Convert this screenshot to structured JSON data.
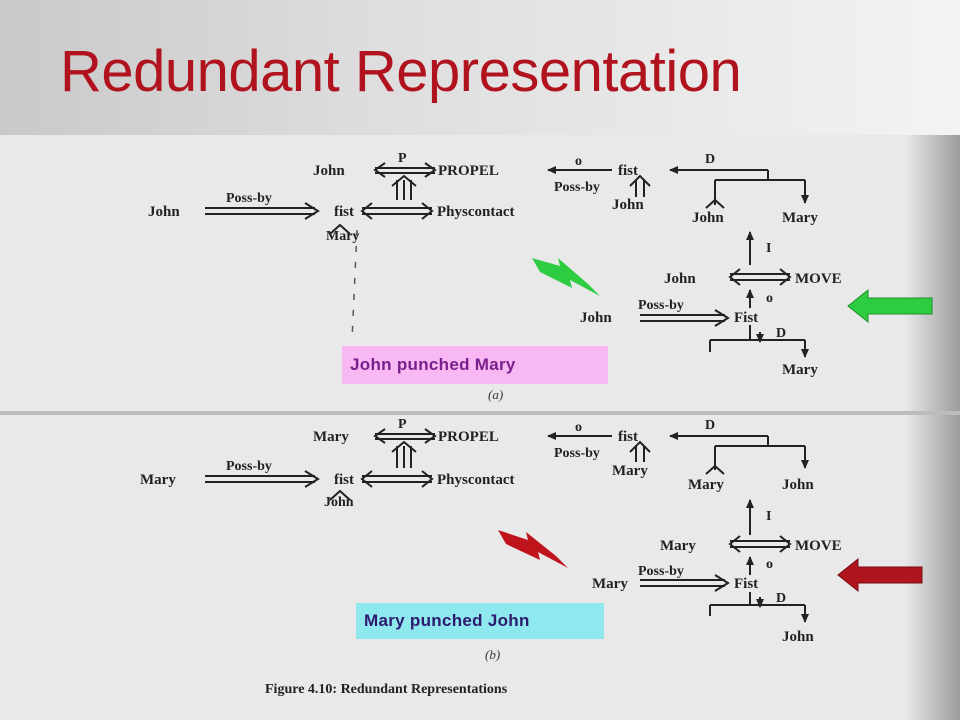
{
  "slide": {
    "title": "Redundant Representation",
    "figure_caption": "Figure 4.10: Redundant Representations"
  },
  "diagram_a": {
    "actor": "John",
    "possessor": "John",
    "possessed": "fist",
    "owner_below": "Mary",
    "act": "PROPEL",
    "act_marker": "P",
    "object": "fist",
    "object_marker": "o",
    "poss_by_label": "Poss-by",
    "poss_by_owner": "John",
    "result": "Physcontact",
    "direction_marker": "D",
    "dir_from": "John",
    "dir_to": "Mary",
    "instrument_marker": "I",
    "inst_actor": "John",
    "inst_act": "MOVE",
    "inst_object_marker": "o",
    "inst_possessor": "John",
    "inst_object": "Fist",
    "inst_direction_marker": "D",
    "inst_dir_to": "Mary",
    "sub_label": "(a)",
    "caption": "John punched Mary"
  },
  "diagram_b": {
    "actor": "Mary",
    "possessor": "Mary",
    "possessed": "fist",
    "owner_below": "John",
    "act": "PROPEL",
    "act_marker": "P",
    "object": "fist",
    "object_marker": "o",
    "poss_by_label": "Poss-by",
    "poss_by_owner": "Mary",
    "result": "Physcontact",
    "direction_marker": "D",
    "dir_from": "Mary",
    "dir_to": "John",
    "instrument_marker": "I",
    "inst_actor": "Mary",
    "inst_act": "MOVE",
    "inst_object_marker": "o",
    "inst_possessor": "Mary",
    "inst_object": "Fist",
    "inst_direction_marker": "D",
    "inst_dir_to": "John",
    "sub_label": "(b)",
    "caption": "Mary punched John"
  },
  "colors": {
    "title": "#b0131e",
    "caption_a_bg": "#f7b8f3",
    "caption_b_bg": "#8fe8ee",
    "bolt_a": "#2ecc40",
    "arrow_a": "#2ecc40",
    "bolt_b": "#c0141c",
    "arrow_b": "#b0141c"
  },
  "icons": {
    "bolt_a": "lightning-bolt-icon",
    "arrow_a": "left-arrow-icon",
    "bolt_b": "lightning-bolt-icon",
    "arrow_b": "left-arrow-icon"
  }
}
